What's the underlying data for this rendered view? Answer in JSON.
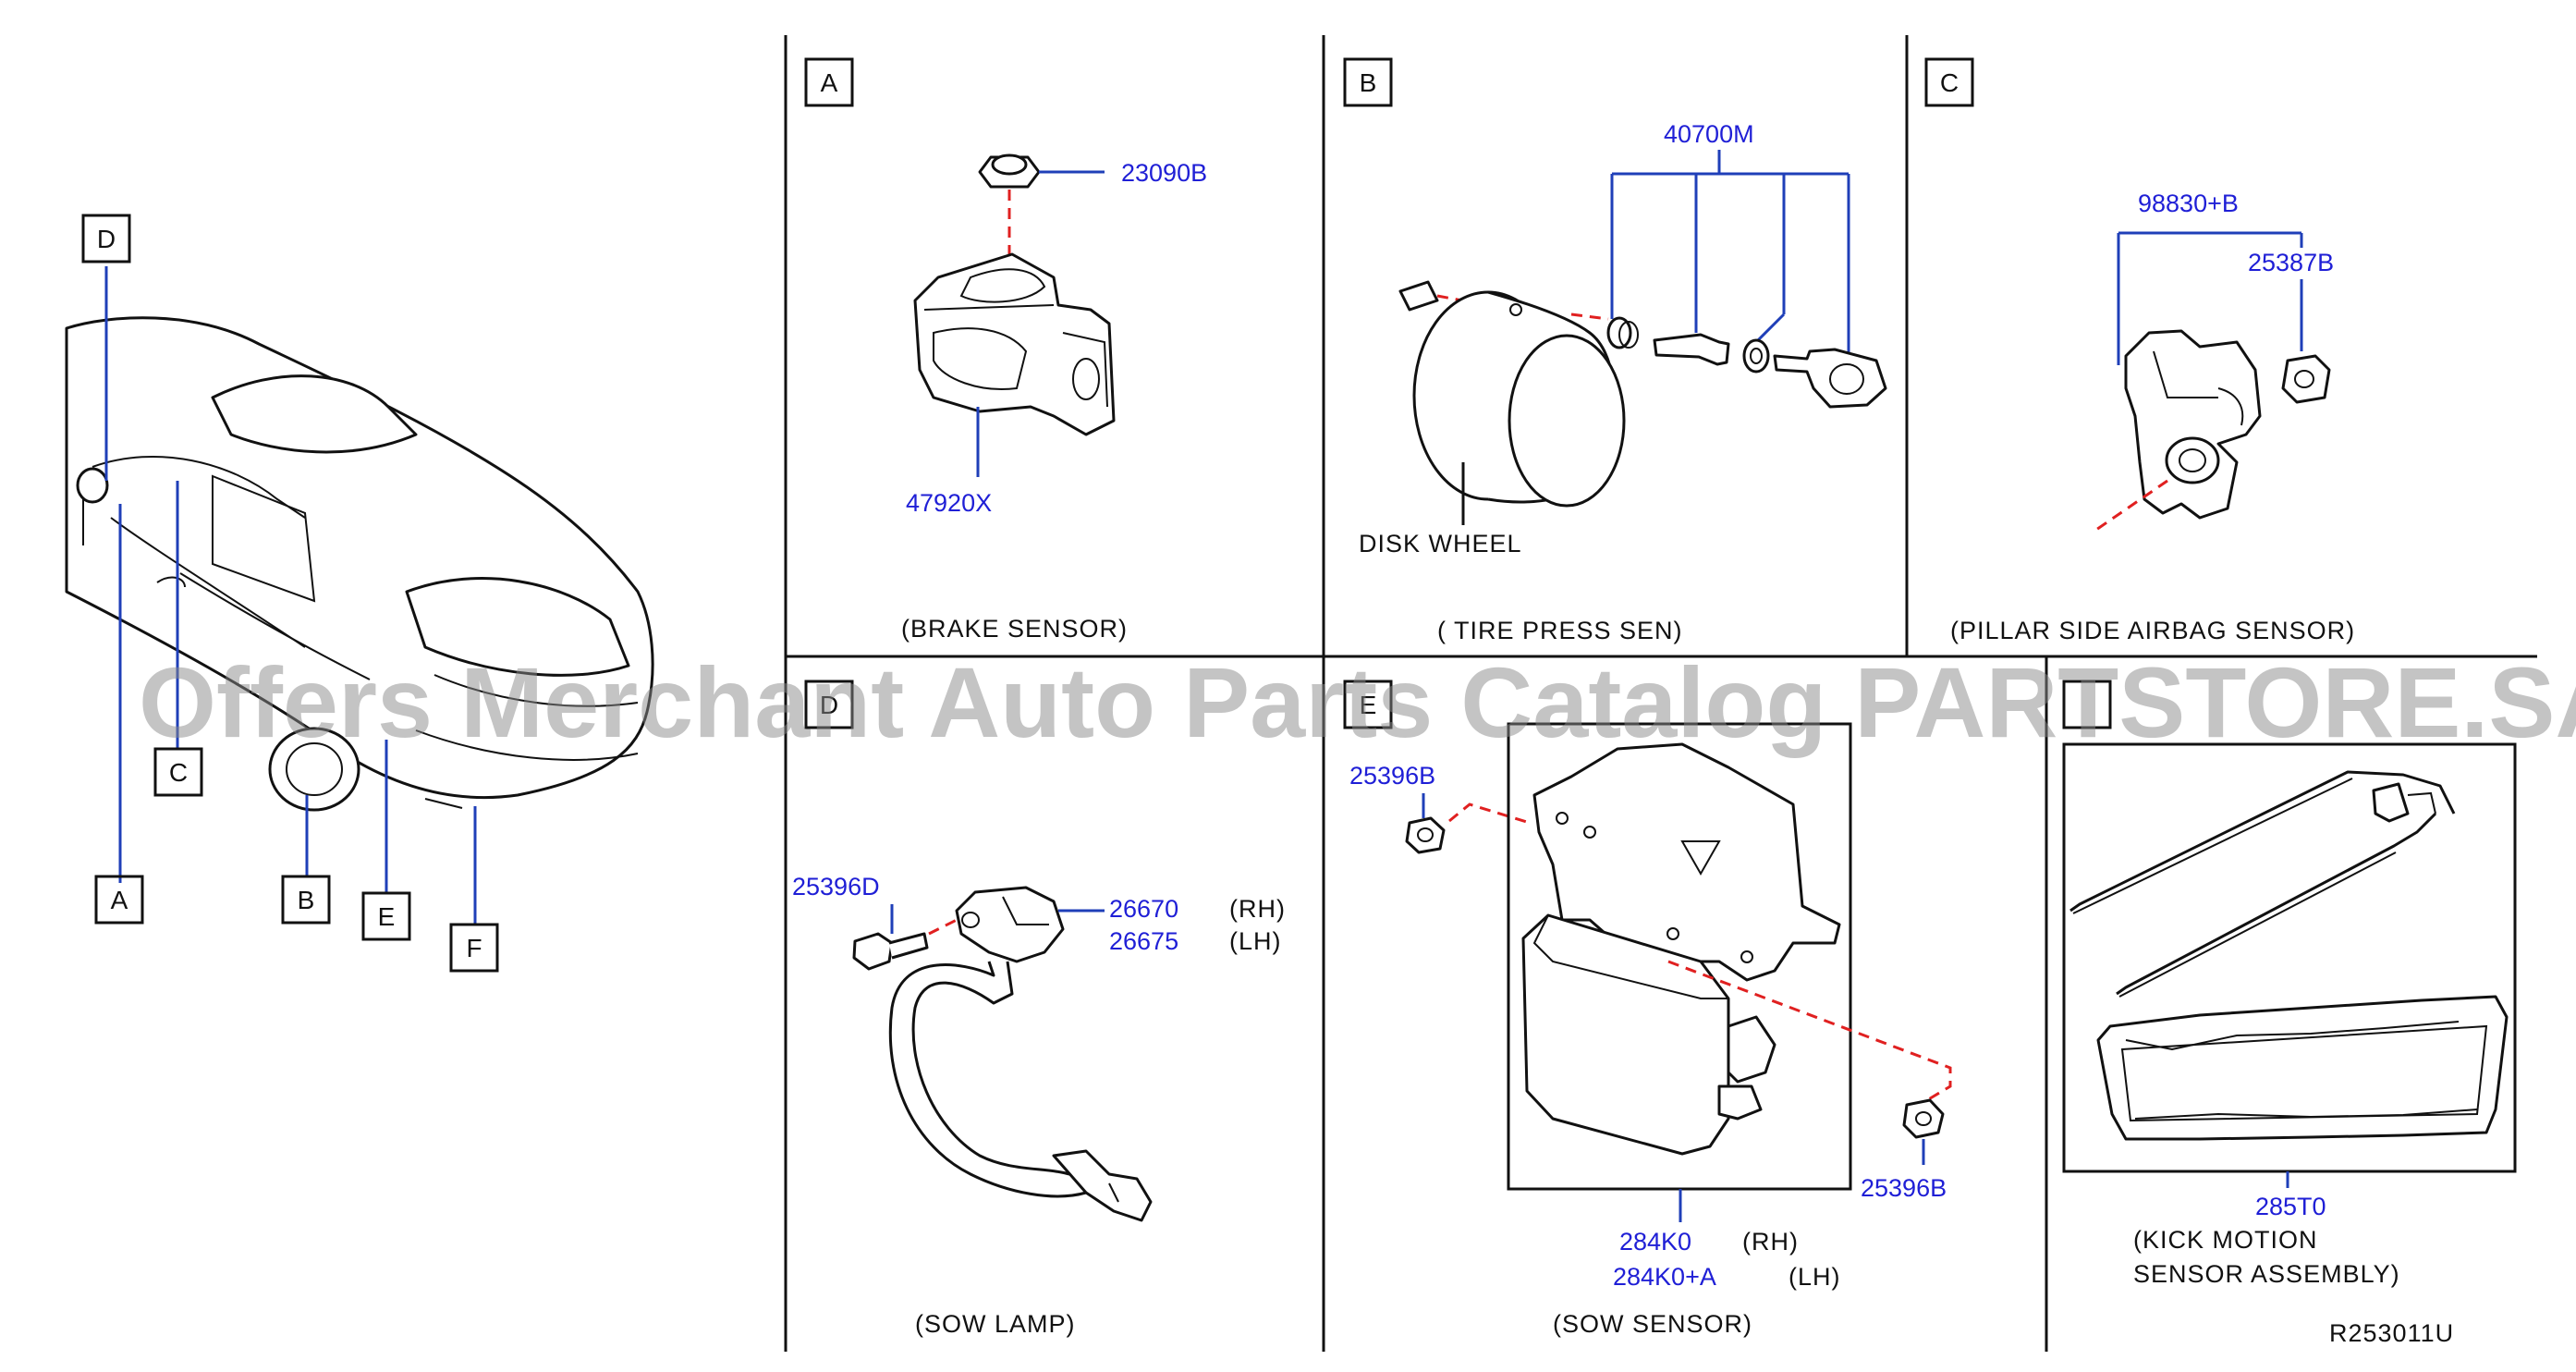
{
  "overview": {
    "callouts": [
      "D",
      "C",
      "A",
      "B",
      "E",
      "F"
    ]
  },
  "panels": {
    "A": {
      "letter": "A",
      "caption": "(BRAKE   SENSOR)",
      "parts": [
        "23090B",
        "47920X"
      ]
    },
    "B": {
      "letter": "B",
      "caption": "( TIRE   PRESS   SEN)",
      "parts": [
        "40700M"
      ],
      "label": "DISK   WHEEL"
    },
    "C": {
      "letter": "C",
      "caption": "(PILLAR   SIDE   AIRBAG   SENSOR)",
      "parts": [
        "98830+B",
        "25387B"
      ]
    },
    "D": {
      "letter": "D",
      "caption": "(SOW   LAMP)",
      "parts": [
        "25396D",
        "26670",
        "26675"
      ],
      "sides": [
        "(RH)",
        "(LH)"
      ]
    },
    "E": {
      "letter": "E",
      "caption": "(SOW   SENSOR)",
      "parts": [
        "25396B",
        "25396B",
        "284K0",
        "284K0+A"
      ],
      "sides": [
        "(RH)",
        "(LH)"
      ]
    },
    "F": {
      "letter": "",
      "caption_lines": [
        "(KICK   MOTION",
        "SENSOR   ASSEMBLY)"
      ],
      "parts": [
        "285T0"
      ]
    }
  },
  "diagram_code": "R253011U",
  "watermark": "Offers Merchant Auto Parts Catalog PARTSTORE.SA"
}
